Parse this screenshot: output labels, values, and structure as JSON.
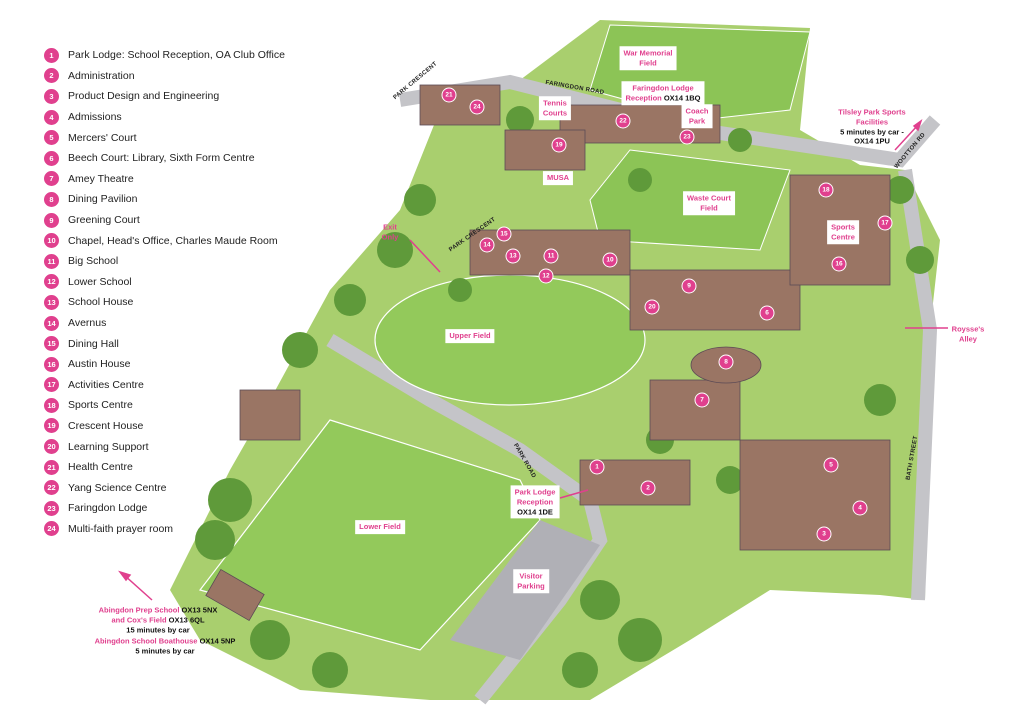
{
  "legend": [
    {
      "n": "1",
      "label": "Park Lodge: School Reception, OA Club Office"
    },
    {
      "n": "2",
      "label": "Administration"
    },
    {
      "n": "3",
      "label": "Product Design and Engineering"
    },
    {
      "n": "4",
      "label": "Admissions"
    },
    {
      "n": "5",
      "label": "Mercers' Court"
    },
    {
      "n": "6",
      "label": "Beech Court: Library, Sixth Form Centre"
    },
    {
      "n": "7",
      "label": "Amey Theatre"
    },
    {
      "n": "8",
      "label": "Dining Pavilion"
    },
    {
      "n": "9",
      "label": "Greening Court"
    },
    {
      "n": "10",
      "label": "Chapel, Head's Office, Charles Maude Room"
    },
    {
      "n": "11",
      "label": "Big School"
    },
    {
      "n": "12",
      "label": "Lower School"
    },
    {
      "n": "13",
      "label": "School House"
    },
    {
      "n": "14",
      "label": "Avernus"
    },
    {
      "n": "15",
      "label": "Dining Hall"
    },
    {
      "n": "16",
      "label": "Austin House"
    },
    {
      "n": "17",
      "label": "Activities Centre"
    },
    {
      "n": "18",
      "label": "Sports Centre"
    },
    {
      "n": "19",
      "label": "Crescent House"
    },
    {
      "n": "20",
      "label": "Learning Support"
    },
    {
      "n": "21",
      "label": "Health Centre"
    },
    {
      "n": "22",
      "label": "Yang Science Centre"
    },
    {
      "n": "23",
      "label": "Faringdon Lodge"
    },
    {
      "n": "24",
      "label": "Multi-faith prayer room"
    }
  ],
  "places": {
    "war_memorial": "War Memorial\nField",
    "faringdon_reception": "Faringdon Lodge\nReception",
    "faringdon_postcode": "OX14 1BQ",
    "tennis": "Tennis\nCourts",
    "coach_park": "Coach\nPark",
    "musa": "MUSA",
    "waste_court": "Waste Court\nField",
    "tilsley": "Tilsley Park Sports\nFacilities",
    "tilsley_note": "5 minutes by car -\nOX14 1PU",
    "sports_centre": "Sports\nCentre",
    "exit_only": "Exit\nOnly",
    "upper_field": "Upper Field",
    "roysses_alley": "Roysse's\nAlley",
    "park_lodge_reception": "Park Lodge\nReception",
    "park_lodge_postcode": "OX14 1DE",
    "lower_field": "Lower Field",
    "visitor_parking": "Visitor\nParking",
    "prep_school": "Abingdon Prep School",
    "prep_postcode": "OX13 5NX",
    "coxs_field": "and Cox's Field",
    "coxs_postcode": "OX13 6QL",
    "prep_note": "15 minutes by car",
    "boathouse": "Abingdon School Boathouse",
    "boathouse_postcode": "OX14 5NP",
    "boathouse_note": "5 minutes by car"
  },
  "roads": {
    "park_crescent_1": "PARK CRESCENT",
    "faringdon_road": "FARINGDON ROAD",
    "park_crescent_2": "PARK CRESCENT",
    "park_road": "PARK ROAD",
    "wootton_rd": "WOOTTON RD",
    "bath_street": "BATH STREET"
  },
  "colors": {
    "accent": "#e0408e",
    "grass": "#9ccc5a",
    "trees": "#5f9a3a",
    "road": "#b9b9bf",
    "building": "#8a6a5a"
  }
}
